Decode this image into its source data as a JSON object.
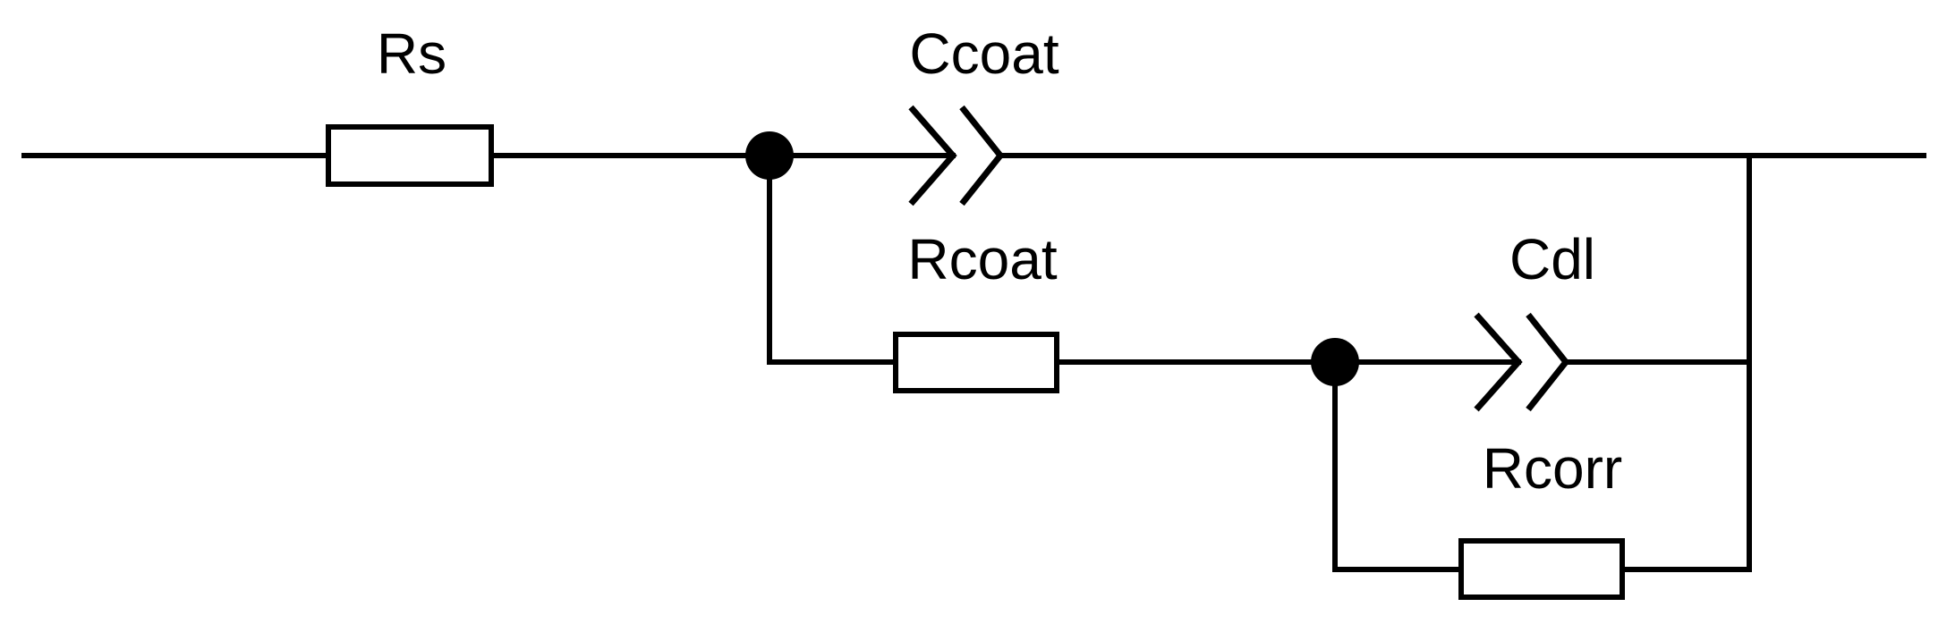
{
  "diagram": {
    "type": "equivalent-circuit",
    "components": [
      {
        "id": "Rs",
        "kind": "resistor",
        "label": "Rs"
      },
      {
        "id": "Ccoat",
        "kind": "capacitor",
        "label": "Ccoat"
      },
      {
        "id": "Rcoat",
        "kind": "resistor",
        "label": "Rcoat"
      },
      {
        "id": "Cdl",
        "kind": "capacitor",
        "label": "Cdl"
      },
      {
        "id": "Rcorr",
        "kind": "resistor",
        "label": "Rcorr"
      }
    ],
    "topology": [
      "Rs in series with the parallel combination of Ccoat and (Rcoat in series with (Cdl parallel Rcorr))"
    ],
    "colors": {
      "line": "#000000",
      "background": "#ffffff"
    }
  }
}
